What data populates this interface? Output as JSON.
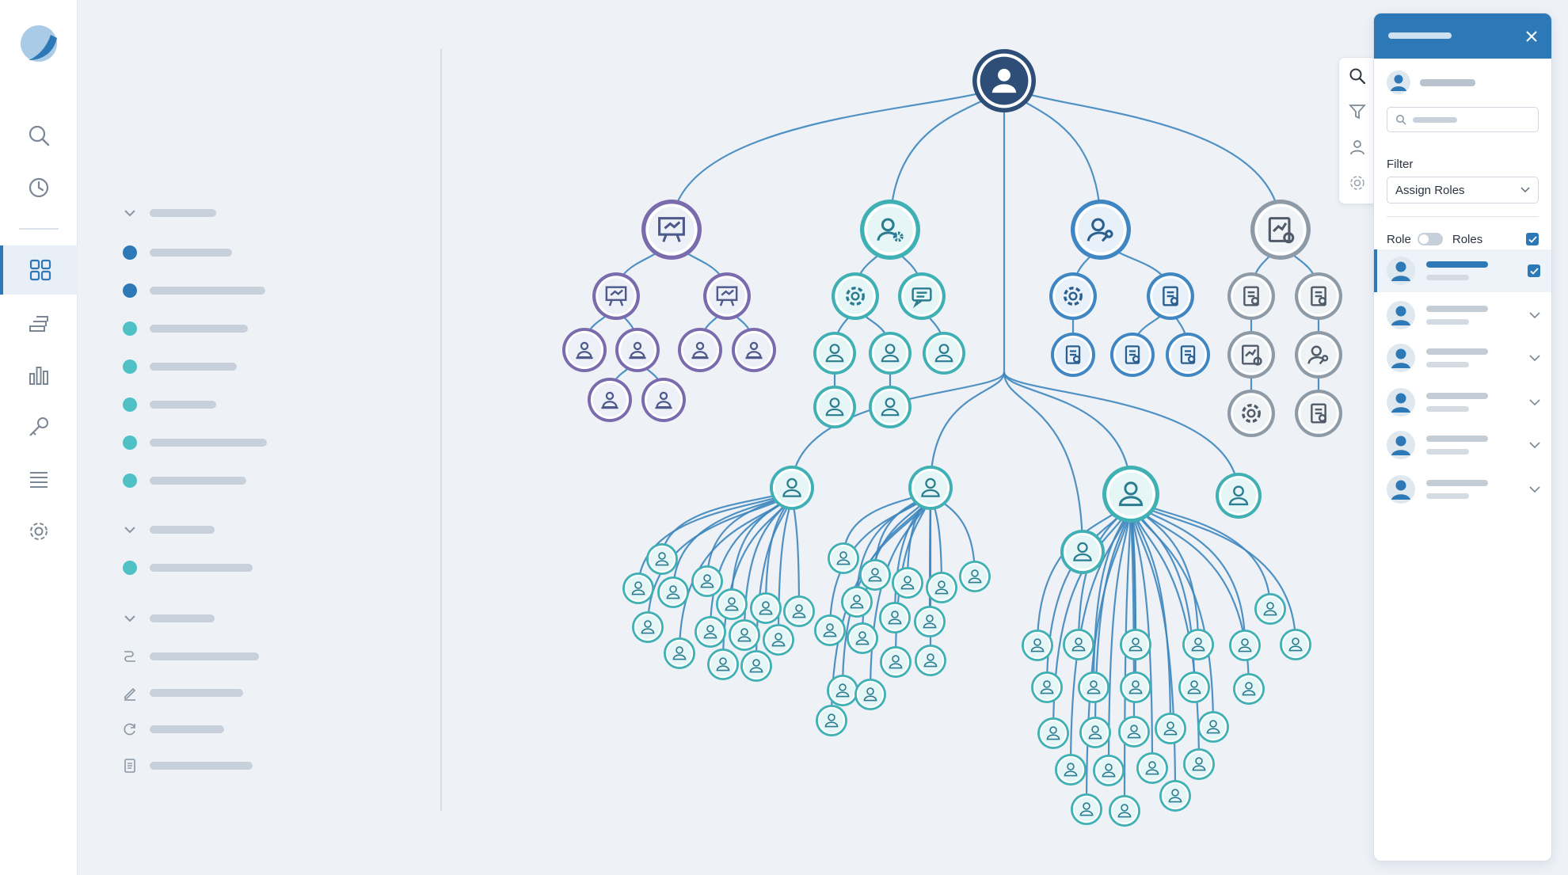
{
  "colors": {
    "accent": "#2d78b6",
    "root_node": "#2e4e78",
    "purple_node": "#7a6bad",
    "teal_node": "#3fb0b3",
    "blue_node": "#3f86c2",
    "grey_node": "#8e9aa6",
    "edge": "#3e86bd"
  },
  "rail": {
    "icons": [
      "logo-icon",
      "search-icon",
      "history-icon",
      "dashboard-icon",
      "workflow-icon",
      "analytics-icon",
      "key-icon",
      "list-icon",
      "settings-icon"
    ],
    "active": "dashboard-icon"
  },
  "panel": {
    "filter_label": "Filter",
    "filter_value": "Assign Roles",
    "role_label": "Role",
    "roles_label": "Roles"
  },
  "tools": [
    "search-icon",
    "filter-icon",
    "user-icon",
    "settings-icon"
  ]
}
